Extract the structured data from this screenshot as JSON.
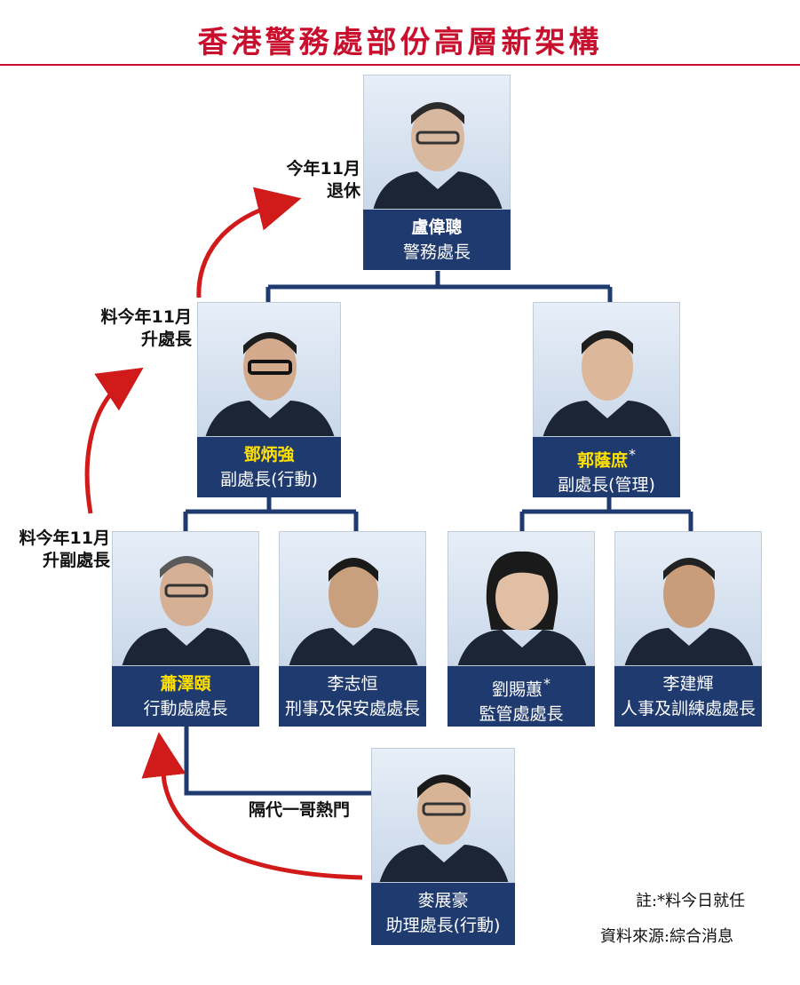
{
  "title": "香港警務處部份高層新架構",
  "people": {
    "commissioner": {
      "name": "盧偉聰",
      "role": "警務處長"
    },
    "dep_ops": {
      "name": "鄧炳強",
      "role": "副處長(行動)"
    },
    "dep_mgmt": {
      "name": "郭蔭庶",
      "asterisk": "*",
      "role": "副處長(管理)"
    },
    "dir_ops": {
      "name": "蕭澤頤",
      "role": "行動處處長"
    },
    "dir_crime": {
      "name": "李志恒",
      "role": "刑事及保安處處長"
    },
    "dir_mgmt_services": {
      "name": "劉賜蕙",
      "asterisk": "*",
      "role": "監管處處長"
    },
    "dir_personnel": {
      "name": "李建輝",
      "role": "人事及訓練處處長"
    },
    "acp_ops": {
      "name": "麥展豪",
      "role": "助理處長(行動)"
    }
  },
  "annotations": {
    "retire_line1": "今年",
    "retire_num": "11",
    "retire_unit": "月",
    "retire_line2": "退休",
    "promote_cp_line1": "料今年",
    "promote_cp_num": "11",
    "promote_cp_unit": "月",
    "promote_cp_line2": "升處長",
    "promote_dcp_line1": "料今年",
    "promote_dcp_num": "11",
    "promote_dcp_unit": "月",
    "promote_dcp_line2": "升副處長",
    "hot_pick": "隔代一哥熱門"
  },
  "footnotes": {
    "note": "註:*料今日就任",
    "source": "資料來源:綜合消息"
  },
  "colors": {
    "title_red": "#c8102e",
    "namebox_navy": "#1f3a6e",
    "highlight_yellow": "#ffe100",
    "arrow_red": "#d11a1a",
    "connector_navy": "#1f3a6e"
  }
}
